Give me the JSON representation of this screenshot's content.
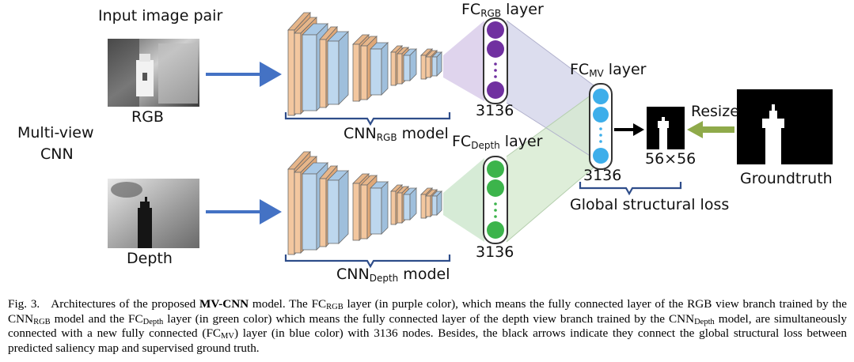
{
  "labels": {
    "input_pair": "Input image pair",
    "rgb": "RGB",
    "depth": "Depth",
    "multiview_line1": "Multi-view",
    "multiview_line2": "CNN",
    "fc_rgb_main": "FC",
    "fc_rgb_sub": "RGB",
    "fc_rgb_tail": " layer",
    "fc_depth_main": "FC",
    "fc_depth_sub": "Depth",
    "fc_depth_tail": " layer",
    "fc_mv_main": "FC",
    "fc_mv_sub": "MV",
    "fc_mv_tail": " layer",
    "nodes_rgb": "3136",
    "nodes_depth": "3136",
    "nodes_mv": "3136",
    "cnn_rgb_main": "CNN",
    "cnn_rgb_sub": "RGB",
    "cnn_rgb_tail": " model",
    "cnn_depth_main": "CNN",
    "cnn_depth_sub": "Depth",
    "cnn_depth_tail": " model",
    "size": "56×56",
    "resize": "Resize",
    "groundtruth": "Groundtruth",
    "loss": "Global structural loss"
  },
  "caption": {
    "fig": "Fig. 3.",
    "t1": "Architectures of the proposed ",
    "model": "MV-CNN",
    "t2": " model. The FC",
    "s1": "RGB",
    "t3": " layer (in purple color), which means the fully connected layer of the RGB view branch trained by the CNN",
    "s2": "RGB",
    "t4": " model and the FC",
    "s3": "Depth",
    "t5": " layer (in green color) which means the fully connected layer of the depth view branch trained by the CNN",
    "s4": "Depth",
    "t6": " model, are simultaneously connected with a new fully connected (FC",
    "s5": "MV",
    "t7": ") layer (in blue color) with 3136 nodes. Besides, the black arrows indicate they connect the global structural loss between predicted saliency map and supervised ground truth."
  },
  "colors": {
    "arrow_blue": "#4472c4",
    "conv_orange": "#f3c79f",
    "conv_blue": "#bdd7ee",
    "node_purple": "#7030a0",
    "node_green": "#3cb44b",
    "node_blue": "#3daeea",
    "bracket": "#2e4d8a",
    "resize_arrow": "#8faa4a"
  }
}
